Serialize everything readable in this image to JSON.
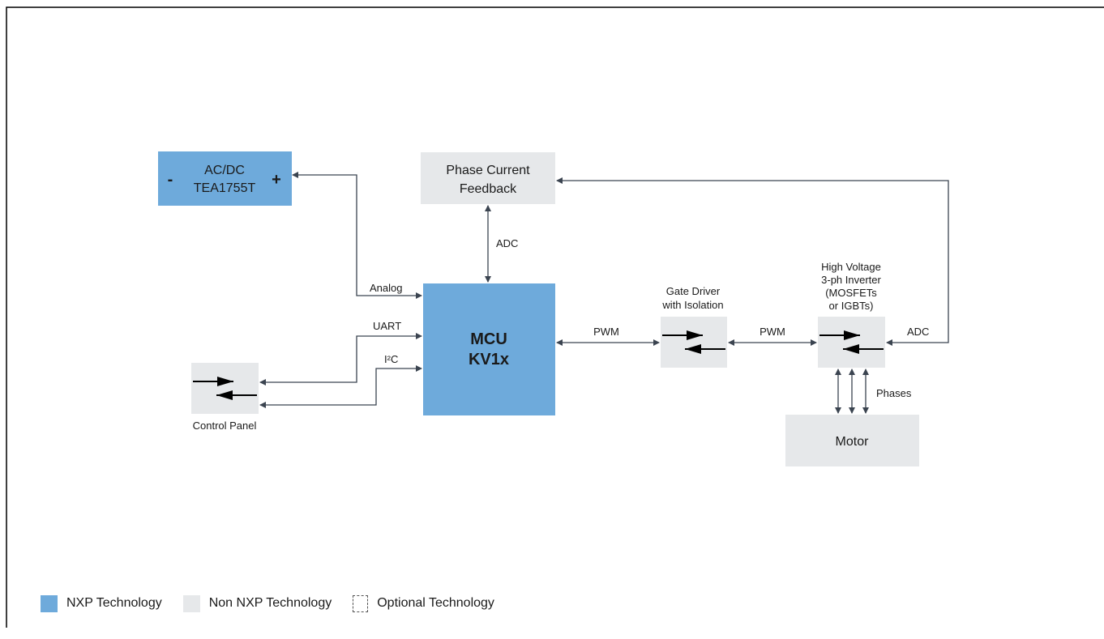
{
  "colors": {
    "nxp": "#6eaadb",
    "non_nxp": "#e6e8ea",
    "line": "#3b4450",
    "frame": "#000000"
  },
  "blocks": {
    "acdc": {
      "line1": "AC/DC",
      "line2": "TEA1755T",
      "minus": "-",
      "plus": "+"
    },
    "phase_current": {
      "line1": "Phase Current",
      "line2": "Feedback"
    },
    "mcu": {
      "line1": "MCU",
      "line2": "KV1x"
    },
    "gate_driver": {
      "line1": "Gate Driver",
      "line2": "with Isolation"
    },
    "inverter": {
      "line1": "High Voltage",
      "line2": "3-ph Inverter",
      "line3": "(MOSFETs",
      "line4": "or IGBTs)"
    },
    "motor": {
      "label": "Motor"
    },
    "control_panel": {
      "label": "Control Panel"
    }
  },
  "connections": {
    "adc_top": "ADC",
    "analog": "Analog",
    "uart": "UART",
    "i2c": "I²C",
    "pwm_mcu_gate": "PWM",
    "pwm_gate_inv": "PWM",
    "adc_right": "ADC",
    "phases": "Phases"
  },
  "legend": {
    "nxp": "NXP Technology",
    "non_nxp": "Non NXP Technology",
    "optional": "Optional Technology"
  },
  "icons": {
    "gate_driver": "bidirectional-arrows-icon",
    "inverter": "bidirectional-arrows-icon",
    "control_panel": "bidirectional-arrows-icon"
  }
}
